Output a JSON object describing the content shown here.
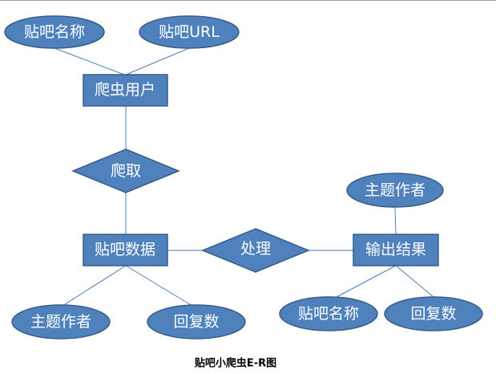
{
  "diagram": {
    "caption": "贴吧小爬虫E-R图",
    "entities": {
      "crawler_user": "爬虫用户",
      "tieba_data": "贴吧数据",
      "output_result": "输出结果"
    },
    "relationships": {
      "crawl": "爬取",
      "process": "处理"
    },
    "attributes": {
      "user_tieba_name": "贴吧名称",
      "user_tieba_url": "贴吧URL",
      "data_topic_author": "主题作者",
      "data_reply_count": "回复数",
      "output_topic_author": "主题作者",
      "output_tieba_name": "贴吧名称",
      "output_reply_count": "回复数"
    },
    "colors": {
      "shape_fill": "#4f81bd",
      "shape_border": "#385d8a",
      "connector": "#4a7ebb",
      "label_text": "#ffffff",
      "caption_text": "#000000"
    }
  }
}
